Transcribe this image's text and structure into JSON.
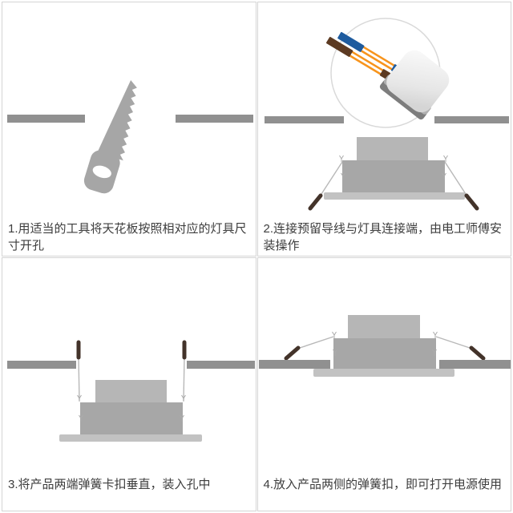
{
  "document": {
    "kind": "downlight-installation-instructions",
    "language": "zh-CN",
    "layout": "2x2-step-grid"
  },
  "steps": [
    {
      "number": 1,
      "caption": "1.用适当的工具将天花板按照相对应的灯具尺寸开孔",
      "illustration": "handsaw-cutting-hole-in-ceiling"
    },
    {
      "number": 2,
      "caption": "2.连接预留导线与灯具连接端，由电工师傅安装操作",
      "illustration": "wires-joined-to-lamp-connector-above-downlight"
    },
    {
      "number": 3,
      "caption": "3.将产品两端弹簧卡扣垂直，装入孔中",
      "illustration": "downlight-spring-clips-held-vertical-inserting"
    },
    {
      "number": 4,
      "caption": "4.放入产品两侧的弹簧扣，即可打开电源使用",
      "illustration": "downlight-installed-spring-clips-open-on-ceiling"
    }
  ],
  "colors": {
    "border": "#d4d4d4",
    "text": "#3d3d3d",
    "ceiling_gray": "#909090",
    "saw_gray": "#a6a6a6",
    "driver_box_gray": "#b6b6b6",
    "lamp_body_gray": "#a7a7a7",
    "trim_gray": "#c2c2c2",
    "clip_handle_brown": "#43332a",
    "clip_wire_gray": "#b8b8b8",
    "wire_blue": "#1e5b9e",
    "wire_brown": "#5c3a22",
    "wire_copper_orange": "#f7941d",
    "connector_dark_edge": "#7d7d7d",
    "spring_mark_gray": "#ababab",
    "circle_border": "#d9d9d9"
  }
}
